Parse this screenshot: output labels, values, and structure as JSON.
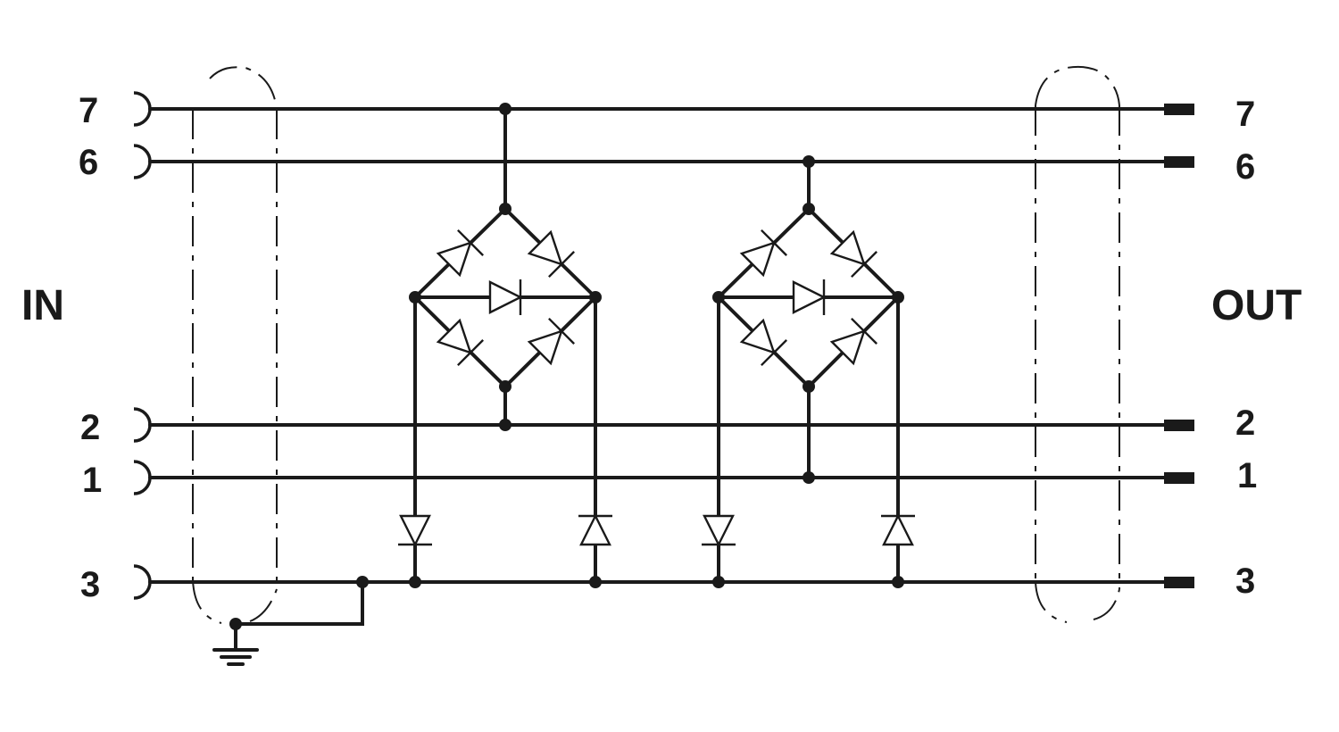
{
  "labels": {
    "in": "IN",
    "out": "OUT"
  },
  "pins": [
    {
      "id": "7",
      "in_label": "7",
      "out_label": "7"
    },
    {
      "id": "6",
      "in_label": "6",
      "out_label": "6"
    },
    {
      "id": "2",
      "in_label": "2",
      "out_label": "2"
    },
    {
      "id": "1",
      "in_label": "1",
      "out_label": "1"
    },
    {
      "id": "3",
      "in_label": "3",
      "out_label": "3"
    }
  ],
  "colors": {
    "line": "#1a1a1a",
    "background": "#ffffff"
  },
  "icons": {
    "input_connector": "socket-icon",
    "output_connector": "plug-pin-icon",
    "ground": "ground-icon",
    "diode": "diode-icon"
  }
}
